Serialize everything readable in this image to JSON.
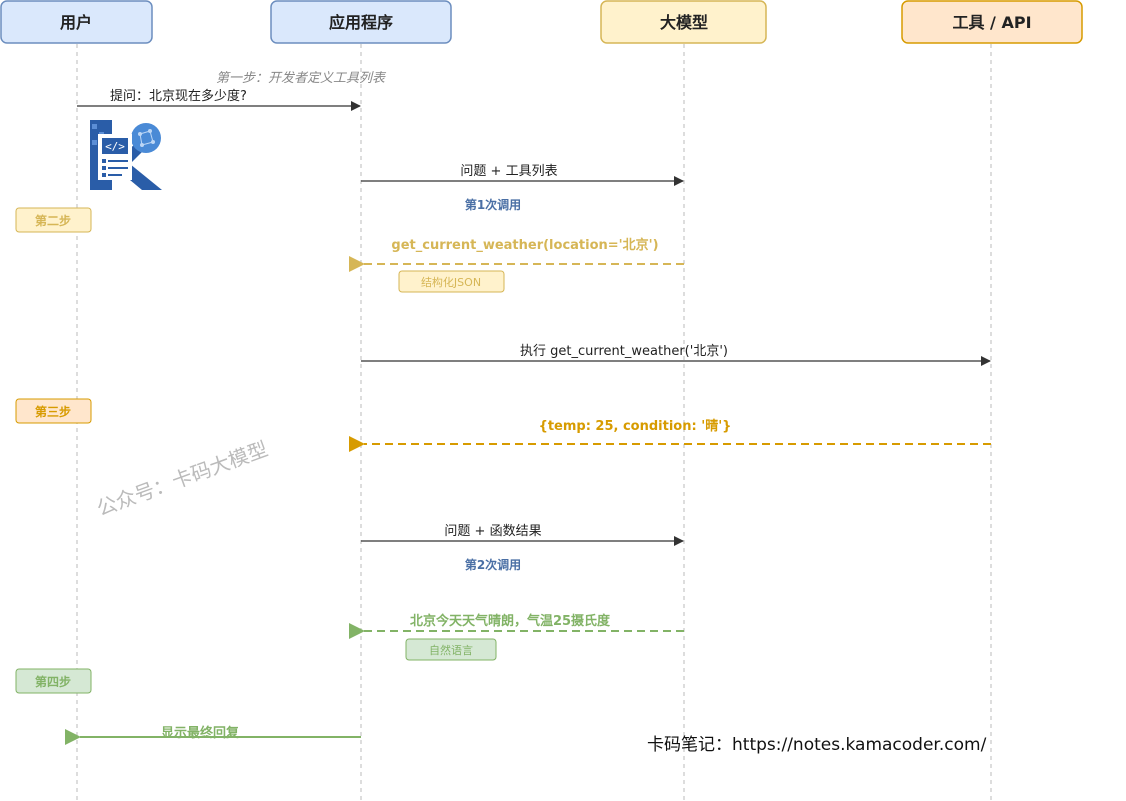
{
  "colors": {
    "user_fill": "#dae8fc",
    "user_stroke": "#6c8ebf",
    "llm_fill": "#fff2cc",
    "llm_stroke": "#d6b656",
    "tool_fill": "#ffe6cc",
    "tool_stroke": "#d79b00",
    "green_fill": "#d5e8d4",
    "green_stroke": "#82b366",
    "blue_text": "#4a6fa5",
    "gray_text": "#888888",
    "dark": "#333333"
  },
  "participants": {
    "user": "用户",
    "app": "应用程序",
    "llm": "大模型",
    "tool": "工具 / API"
  },
  "steps": {
    "step1_note": "第一步：开发者定义工具列表",
    "step2": "第二步",
    "step3": "第三步",
    "step4": "第四步"
  },
  "messages": {
    "m1": "提问：北京现在多少度?",
    "m2": "问题 + 工具列表",
    "m2_note": "第1次调用",
    "m3": "get_current_weather(location='北京')",
    "m3_tag": "结构化JSON",
    "m4": "执行 get_current_weather('北京')",
    "m5": "{temp: 25, condition: '晴'}",
    "m6": "问题 + 函数结果",
    "m6_note": "第2次调用",
    "m7": "北京今天天气晴朗，气温25摄氏度",
    "m7_tag": "自然语言",
    "m8": "显示最终回复"
  },
  "watermark": "公众号：卡码大模型",
  "footer": "卡码笔记：https://notes.kamacoder.com/",
  "logo_icon": "code-brain-logo-icon"
}
